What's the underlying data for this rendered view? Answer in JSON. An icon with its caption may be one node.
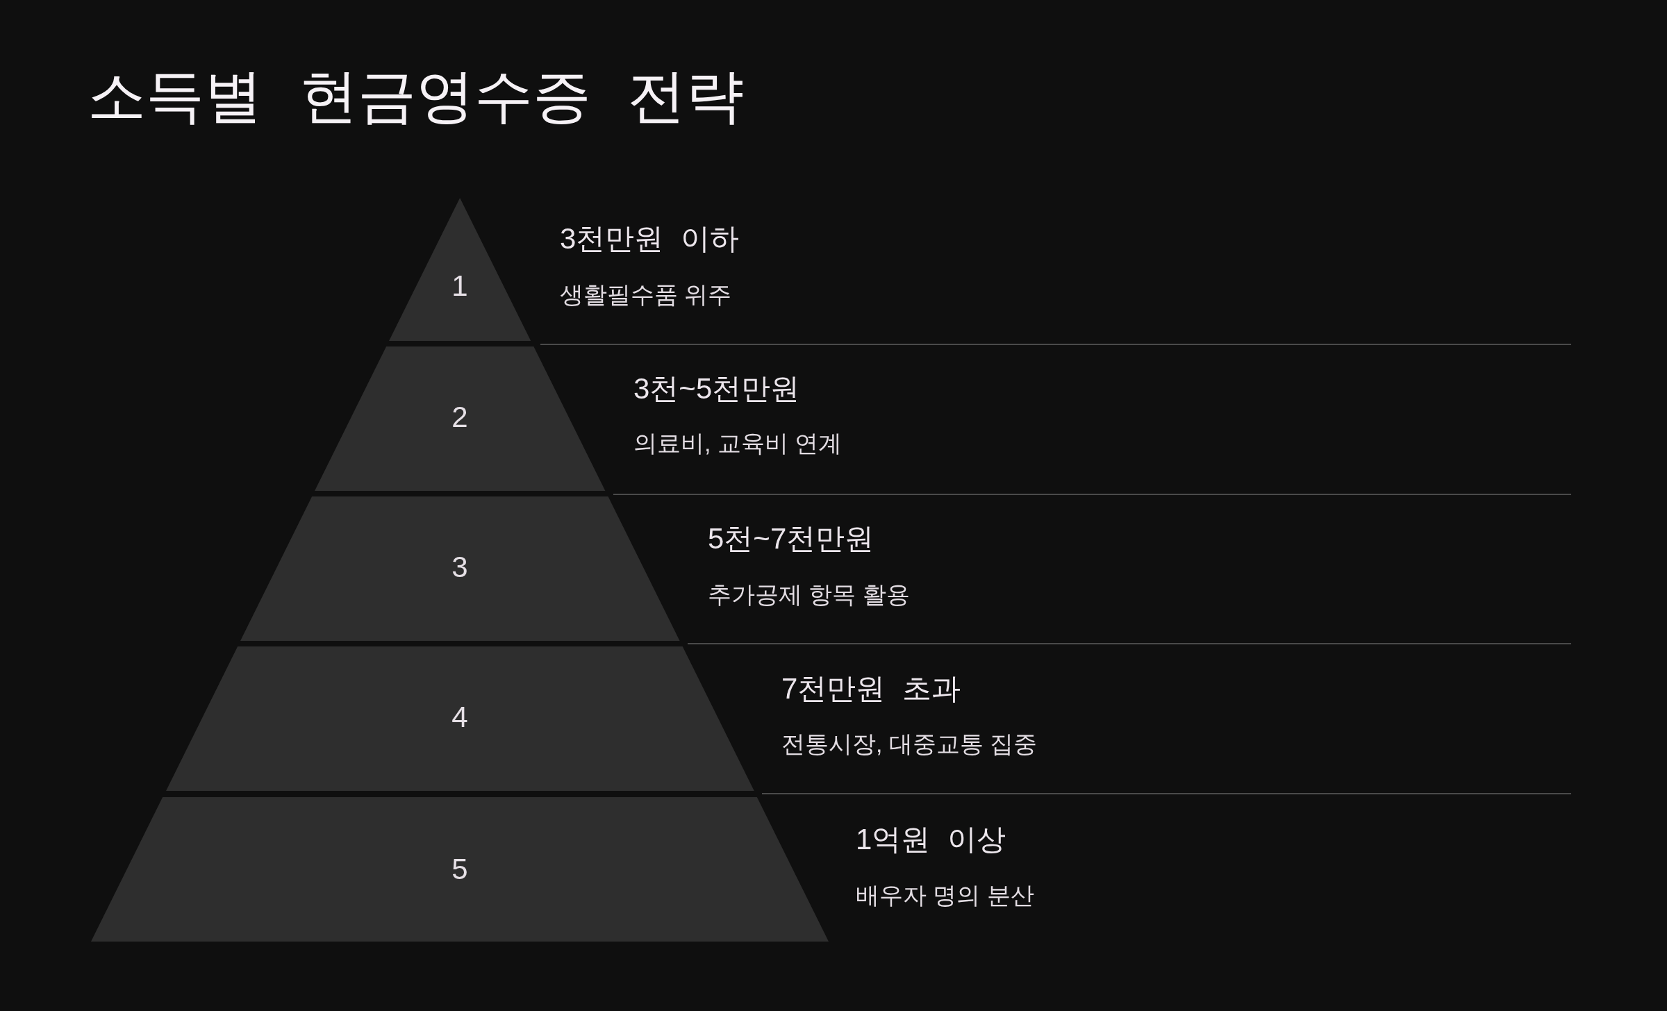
{
  "diagram": {
    "title": "소득별 현금영수증 전략",
    "nodes": [
      {
        "text": [
          "1"
        ],
        "beside": [
          "3천만원 이하",
          "생활필수품 위주"
        ]
      },
      {
        "text": [
          "2"
        ],
        "beside": [
          "3천~5천만원",
          "의료비, 교육비 연계"
        ]
      },
      {
        "text": [
          "3"
        ],
        "beside": [
          "5천~7천만원",
          "추가공제 항목 활용"
        ]
      },
      {
        "text": [
          "4"
        ],
        "beside": [
          "7천만원 초과",
          "전통시장, 대중교통 집중"
        ]
      },
      {
        "text": [
          "5"
        ],
        "beside": [
          "1억원 이상",
          "배우자 명의 분산"
        ]
      }
    ]
  }
}
